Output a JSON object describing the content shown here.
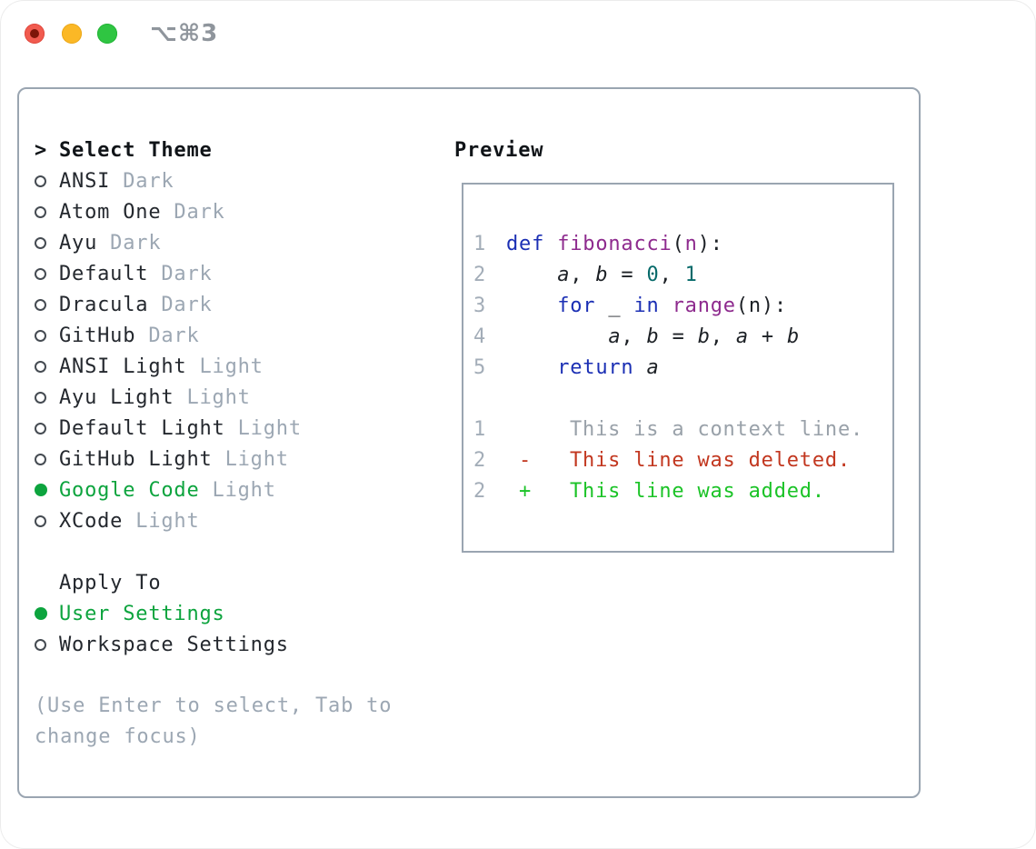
{
  "window": {
    "title_shortcut": "⌥⌘3"
  },
  "traffic_lights": {
    "close": "close",
    "minimize": "minimize",
    "zoom": "zoom"
  },
  "colors": {
    "selection_green": "#0da43e",
    "diff_added_green": "#1bc327",
    "diff_deleted_red": "#c2371f",
    "keyword_blue": "#1b2fb4",
    "function_purple": "#8e2b8e",
    "number_teal": "#066a6a",
    "muted_gray": "#9ca7b3",
    "border_gray": "#9aa5b1"
  },
  "theme_panel": {
    "header_marker": ">",
    "header": "Select Theme",
    "themes": [
      {
        "name": "ANSI",
        "tag": "Dark",
        "selected": false
      },
      {
        "name": "Atom One",
        "tag": "Dark",
        "selected": false
      },
      {
        "name": "Ayu",
        "tag": "Dark",
        "selected": false
      },
      {
        "name": "Default",
        "tag": "Dark",
        "selected": false
      },
      {
        "name": "Dracula",
        "tag": "Dark",
        "selected": false
      },
      {
        "name": "GitHub",
        "tag": "Dark",
        "selected": false
      },
      {
        "name": "ANSI Light",
        "tag": "Light",
        "selected": false
      },
      {
        "name": "Ayu Light",
        "tag": "Light",
        "selected": false
      },
      {
        "name": "Default Light",
        "tag": "Light",
        "selected": false
      },
      {
        "name": "GitHub Light",
        "tag": "Light",
        "selected": false
      },
      {
        "name": "Google Code",
        "tag": "Light",
        "selected": true
      },
      {
        "name": "XCode",
        "tag": "Light",
        "selected": false
      }
    ],
    "apply_to": {
      "header": "Apply To",
      "options": [
        {
          "name": "User Settings",
          "selected": true
        },
        {
          "name": "Workspace Settings",
          "selected": false
        }
      ]
    },
    "help_lines": [
      "(Use Enter to select, Tab to",
      "change focus)"
    ]
  },
  "preview": {
    "header": "Preview",
    "code_lines": [
      {
        "num": "1",
        "tokens": [
          {
            "c": "kw",
            "t": "def"
          },
          {
            "c": "plain",
            "t": " "
          },
          {
            "c": "fn",
            "t": "fibonacci"
          },
          {
            "c": "plain",
            "t": "("
          },
          {
            "c": "param",
            "t": "n"
          },
          {
            "c": "plain",
            "t": "):"
          }
        ]
      },
      {
        "num": "2",
        "tokens": [
          {
            "c": "plain",
            "t": "    "
          },
          {
            "c": "var",
            "t": "a"
          },
          {
            "c": "plain",
            "t": ", "
          },
          {
            "c": "var",
            "t": "b"
          },
          {
            "c": "plain",
            "t": " = "
          },
          {
            "c": "num",
            "t": "0"
          },
          {
            "c": "plain",
            "t": ", "
          },
          {
            "c": "num",
            "t": "1"
          }
        ]
      },
      {
        "num": "3",
        "tokens": [
          {
            "c": "plain",
            "t": "    "
          },
          {
            "c": "kw",
            "t": "for"
          },
          {
            "c": "plain",
            "t": " _ "
          },
          {
            "c": "kw",
            "t": "in"
          },
          {
            "c": "plain",
            "t": " "
          },
          {
            "c": "fn",
            "t": "range"
          },
          {
            "c": "plain",
            "t": "(n):"
          }
        ]
      },
      {
        "num": "4",
        "tokens": [
          {
            "c": "plain",
            "t": "        "
          },
          {
            "c": "var",
            "t": "a"
          },
          {
            "c": "plain",
            "t": ", "
          },
          {
            "c": "var",
            "t": "b"
          },
          {
            "c": "plain",
            "t": " = "
          },
          {
            "c": "var",
            "t": "b"
          },
          {
            "c": "plain",
            "t": ", "
          },
          {
            "c": "var",
            "t": "a"
          },
          {
            "c": "plain",
            "t": " + "
          },
          {
            "c": "var",
            "t": "b"
          }
        ]
      },
      {
        "num": "5",
        "tokens": [
          {
            "c": "plain",
            "t": "    "
          },
          {
            "c": "kw",
            "t": "return"
          },
          {
            "c": "plain",
            "t": " "
          },
          {
            "c": "var",
            "t": "a"
          }
        ]
      }
    ],
    "diff_lines": [
      {
        "num": "1",
        "type": "context",
        "marker": "",
        "text": "This is a context line."
      },
      {
        "num": "2",
        "type": "deleted",
        "marker": "-",
        "text": "This line was deleted."
      },
      {
        "num": "2",
        "type": "added",
        "marker": "+",
        "text": "This line was added."
      }
    ]
  }
}
